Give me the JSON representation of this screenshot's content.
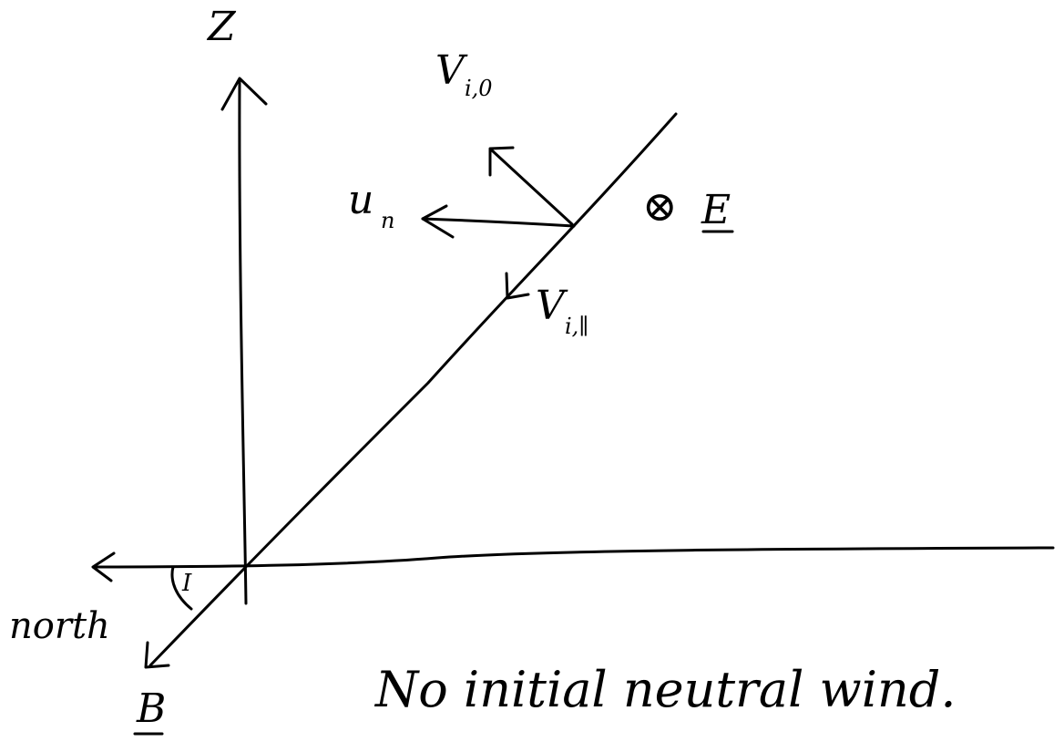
{
  "diagram": {
    "labels": {
      "z_axis": "Z",
      "north": "north",
      "b_field": "B",
      "inclination": "I",
      "e_field": "E",
      "v_i0_main": "V",
      "v_i0_sub": "i,0",
      "u_n_main": "u",
      "u_n_sub": "n",
      "v_par_main": "V",
      "v_par_sub": "i,∥",
      "cross_symbol": "⊗"
    },
    "caption": "No initial neutral wind."
  }
}
